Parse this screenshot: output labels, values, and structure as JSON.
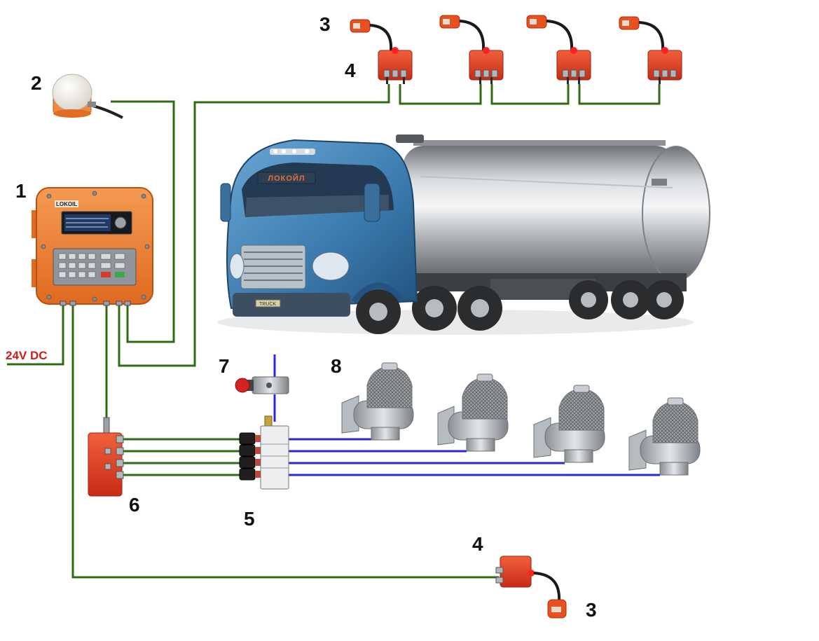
{
  "labels": {
    "control_unit": "1",
    "antenna": "2",
    "sensor": "3",
    "junction": "4",
    "valve_block": "5",
    "distributor": "6",
    "emergency_valve": "7",
    "bottom_valves": "8"
  },
  "power_label": "24V DC",
  "truck": {
    "brand": "ЛОКОЙЛ",
    "plate": "TRUCK"
  },
  "controller": {
    "logo": "LOKOIL"
  },
  "colors": {
    "signal_wire": "#2e6b12",
    "air_line": "#2a2ad0",
    "power_text": "#d21a1a",
    "device_orange": "#e8702a",
    "junction_red": "#d9361e"
  }
}
